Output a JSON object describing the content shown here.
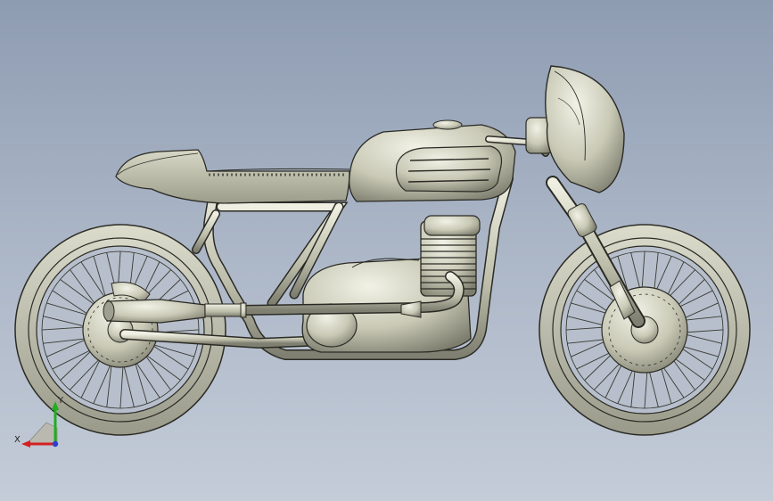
{
  "viewport": {
    "background_top": "#8e9cb2",
    "background_bottom": "#c4ccd8"
  },
  "model": {
    "subject": "cafe-racer-motorcycle",
    "render_style": "shaded-with-edges",
    "body_color": "#c9c9b6"
  },
  "triad": {
    "x_label": "X",
    "y_label": "Y",
    "x_color": "#d42020",
    "y_color": "#1fae1f",
    "z_color": "#2a3fd0"
  }
}
